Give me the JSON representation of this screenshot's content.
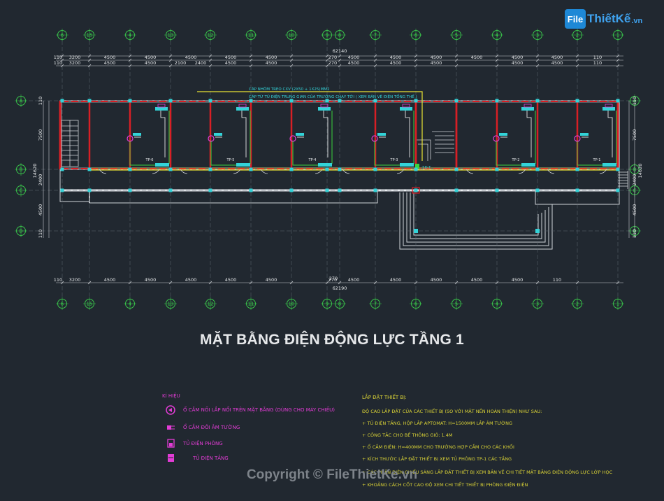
{
  "logo": {
    "mark": "File",
    "word": "ThiếtKế",
    "tld": ".vn"
  },
  "title": "MẶT BẰNG ĐIỆN ĐỘNG LỰC TẦNG 1",
  "copyright": "Copyright © FileThietKe.vn",
  "axes": {
    "top": [
      "6",
      "15",
      "4",
      "13",
      "12",
      "11",
      "10",
      "9",
      "8",
      "7",
      "6",
      "5",
      "4",
      "3",
      "2",
      "1"
    ],
    "bottom": [
      "6",
      "15",
      "4",
      "13",
      "12",
      "11",
      "10",
      "9",
      "8",
      "7",
      "6",
      "5",
      "4",
      "3",
      "2",
      "1"
    ],
    "left": [
      "A",
      "B",
      "C",
      "D"
    ],
    "right": [
      "A",
      "B",
      "C",
      "D"
    ]
  },
  "dims": {
    "overall_top": "62140",
    "overall_bottom": "62190",
    "row1": [
      "110",
      "3200",
      "4500",
      "4500",
      "4500",
      "4500",
      "4500",
      "270",
      "4500",
      "4500",
      "4500",
      "4500",
      "4500",
      "4500",
      "110"
    ],
    "row2": [
      "110",
      "3200",
      "4500",
      "4500",
      "2100",
      "2400",
      "4500",
      "4500",
      "270",
      "4500",
      "4500",
      "4500",
      "4500",
      "4500",
      "110"
    ],
    "bottom_row": [
      "110",
      "3200",
      "4500",
      "4500",
      "4500",
      "4500",
      "4500",
      "270",
      "4500",
      "4500",
      "4500",
      "4500",
      "4500",
      "110"
    ],
    "mid270": "270",
    "left_side": [
      "110",
      "7500",
      "14620",
      "2400",
      "4500",
      "110"
    ],
    "right_side": [
      "110",
      "7500",
      "14620",
      "2400",
      "4500",
      "110"
    ]
  },
  "annotations": {
    "cable1": "CÁP NHÔM TREO CXV (2X50 + 1X25)MM2",
    "cable2": "CÁP TỪ TỦ ĐIỆN TRUNG GIAN CỦA TRƯỜNG CHẠY TỚI ( XEM BẢN VẼ ĐIỆN TỔNG THỂ )",
    "panels": [
      "TP-6",
      "TP-5",
      "TP-4",
      "TP-3",
      "TP-2",
      "TP-1"
    ],
    "floor_panel": "T.Đ.T"
  },
  "legend": {
    "title": "KÍ HIỆU",
    "items": [
      "Ổ CẮM NỐI LẮP NỔI TRÊN MẶT BẰNG (DÙNG CHO MÁY CHIẾU)",
      "Ổ CẮM ĐÔI ÂM TƯỜNG",
      "TỦ ĐIỆN PHÒNG",
      "TỦ ĐIỆN TẦNG"
    ]
  },
  "notes": {
    "title": "LẮP ĐẶT THIẾT BỊ:",
    "lines": [
      "ĐỘ CAO LẮP ĐẶT CỦA CÁC THIẾT BỊ (SO VỚI MẶT NỀN HOÀN THIỆN) NHƯ SAU:",
      "+ TỦ ĐIỆN TẦNG, HỘP LẮP APTOMAT: H=1500MM LẮP ÂM TƯỜNG",
      "+ CÔNG TẮC CHO BỂ THÔNG GIÓ: 1.4M",
      "+ Ổ CẮM ĐIỆN: H=400MM CHO TRƯỜNG HỢP CẮM CHO CÁC KHỐI",
      "+ KÍCH THƯỚC LẮP ĐẶT THIẾT BỊ XEM TỦ PHÒNG TP-1 CÁC TẦNG",
      "+ CÁC PHẦN ĐIỆN CHIẾU SÁNG LẮP ĐẶT THIẾT BỊ XEM BẢN VẼ CHI TIẾT MẶT BẰNG ĐIỆN ĐỘNG LỰC LỚP HỌC",
      "+ KHOẢNG CÁCH CỐT CAO ĐỘ XEM CHI TIẾT THIẾT BỊ PHÒNG ĐIỆN ĐIỆN"
    ]
  },
  "colors": {
    "background": "#212830",
    "wall_red": "#d81f25",
    "cable_yellow": "#e8e233",
    "cyan": "#33d3d8",
    "green": "#3bd43b",
    "magenta": "#e33cd6",
    "grid_green": "#39c44a"
  }
}
